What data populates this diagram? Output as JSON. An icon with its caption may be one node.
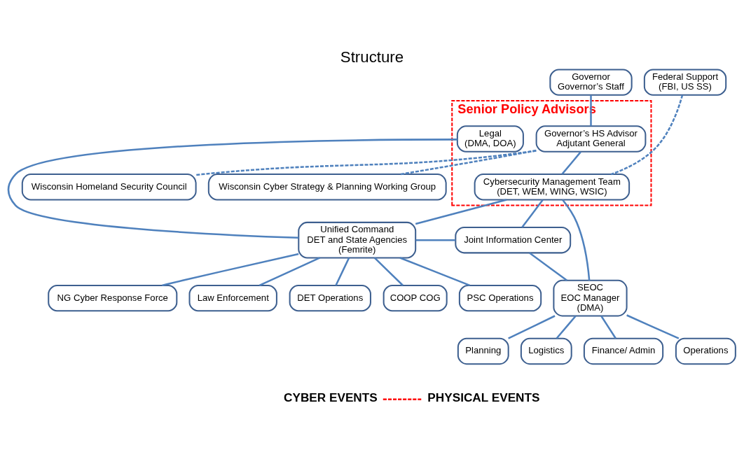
{
  "diagram": {
    "title": "Structure",
    "nodes": [
      {
        "text": [
          "Governor",
          "Governor’s Staff"
        ]
      },
      {
        "text": [
          "Senior Policy Advisors"
        ]
      },
      {
        "text": [
          "Governor’s HS Advisor",
          "Adjutant General"
        ],
        "in": 1
      },
      {
        "text": [
          "Legal",
          "(DMA, DOA)"
        ],
        "in": 1
      },
      {
        "text": [
          "Cybersecurity Management Team",
          "(DET, WEM, WING, WSIC)"
        ],
        "in": 1
      },
      {
        "text": [
          "Federal Support",
          "(FBI, US SS)"
        ]
      },
      {
        "text": [
          "Wisconsin Homeland Security Council"
        ]
      },
      {
        "text": [
          "Wisconsin Cyber Strategy & Planning Working Group"
        ]
      },
      {
        "text": [
          "Unified Command",
          "DET and State Agencies",
          "(Femrite)"
        ]
      },
      {
        "text": [
          "SEOC",
          "EOC Manager",
          "(DMA)"
        ]
      },
      {
        "text": [
          "Joint Information Center"
        ]
      },
      {
        "text": [
          "NG Cyber Response Force"
        ]
      },
      {
        "text": [
          "Law Enforcement"
        ]
      },
      {
        "text": [
          "DET Operations"
        ]
      },
      {
        "text": [
          "COOP COG"
        ]
      },
      {
        "text": [
          "PSC Operations"
        ]
      },
      {
        "text": [
          "Operations"
        ]
      },
      {
        "text": [
          "Planning"
        ]
      },
      {
        "text": [
          "Logistics"
        ]
      },
      {
        "text": [
          "Finance/ Admin"
        ]
      }
    ],
    "edges": [
      {
        "from": 0,
        "to": 2,
        "arrow": "none"
      },
      {
        "from": 2,
        "to": 4,
        "arrow": "none"
      },
      {
        "from": 2,
        "to": 6,
        "arrow": "none",
        "style": "dashed"
      },
      {
        "from": 2,
        "to": 7,
        "arrow": "none",
        "style": "dashed"
      },
      {
        "from": 5,
        "to": 4,
        "arrow": "none",
        "style": "dashed"
      },
      {
        "from": 3,
        "to": 8,
        "arrow": "none"
      },
      {
        "from": 4,
        "to": 8,
        "arrow": "none"
      },
      {
        "from": 4,
        "to": 10,
        "arrow": "none"
      },
      {
        "from": 4,
        "to": 9,
        "arrow": "none"
      },
      {
        "from": 8,
        "to": 10,
        "arrow": "none"
      },
      {
        "from": 10,
        "to": 9,
        "arrow": "none"
      },
      {
        "from": 8,
        "to": 11,
        "arrow": "none"
      },
      {
        "from": 8,
        "to": 12,
        "arrow": "none"
      },
      {
        "from": 8,
        "to": 13,
        "arrow": "none"
      },
      {
        "from": 8,
        "to": 14,
        "arrow": "none"
      },
      {
        "from": 8,
        "to": 15,
        "arrow": "none"
      },
      {
        "from": 9,
        "to": 16,
        "arrow": "none"
      },
      {
        "from": 9,
        "to": 17,
        "arrow": "none"
      },
      {
        "from": 9,
        "to": 18,
        "arrow": "none"
      },
      {
        "from": 9,
        "to": 19,
        "arrow": "none"
      }
    ],
    "labels": [
      "CYBER EVENTS",
      "PHYSICAL EVENTS"
    ]
  }
}
